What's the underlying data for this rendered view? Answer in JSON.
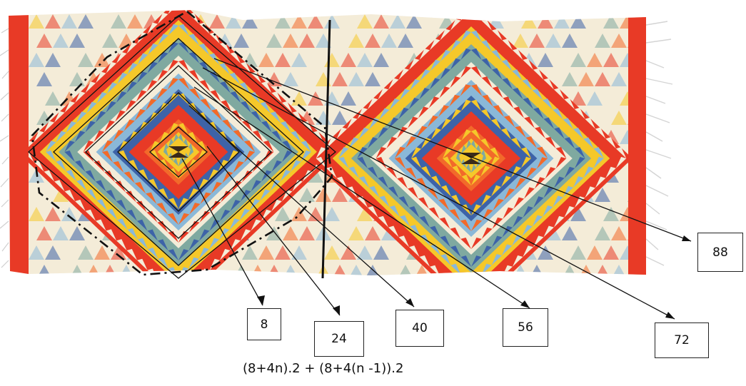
{
  "counts": [
    "8",
    "24",
    "40",
    "56",
    "72",
    "88"
  ],
  "formula": "(8+4n).2 + (8+4(n -1)).2",
  "colors": {
    "red": "#e83a26",
    "orange": "#f26a2a",
    "yellow": "#f5c82a",
    "blue": "#3d63a8",
    "light_blue": "#8ab8d8",
    "teal": "#7fa9a0",
    "cream": "#f4ecd8",
    "dark": "#3a2a1a"
  }
}
